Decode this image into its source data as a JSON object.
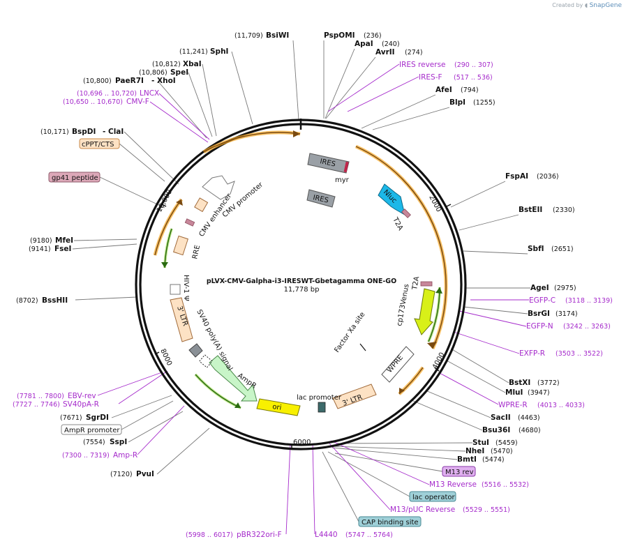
{
  "header": {
    "created_by": "Created by",
    "brand": "SnapGene"
  },
  "plasmid": {
    "name": "pLVX-CMV-Galpha-i3-IRESWT-Gbetagamma ONE-GO",
    "size_label": "11,778 bp"
  },
  "ticks": [
    "2000",
    "4000",
    "6000",
    "8000",
    "10,000"
  ],
  "enzymes": [
    {
      "name": "BsiWI",
      "pos": "(11,709)"
    },
    {
      "name": "PspOMI",
      "pos": "(236)"
    },
    {
      "name": "ApaI",
      "pos": "(240)"
    },
    {
      "name": "AvrII",
      "pos": "(274)"
    },
    {
      "name": "AfeI",
      "pos": "(794)"
    },
    {
      "name": "BlpI",
      "pos": "(1255)"
    },
    {
      "name": "FspAI",
      "pos": "(2036)"
    },
    {
      "name": "BstEII",
      "pos": "(2330)"
    },
    {
      "name": "SbfI",
      "pos": "(2651)"
    },
    {
      "name": "AgeI",
      "pos": "(2975)"
    },
    {
      "name": "BsrGI",
      "pos": "(3174)"
    },
    {
      "name": "BstXI",
      "pos": "(3772)"
    },
    {
      "name": "MluI",
      "pos": "(3947)"
    },
    {
      "name": "SacII",
      "pos": "(4463)"
    },
    {
      "name": "Bsu36I",
      "pos": "(4680)"
    },
    {
      "name": "StuI",
      "pos": "(5459)"
    },
    {
      "name": "NheI",
      "pos": "(5470)"
    },
    {
      "name": "BmtI",
      "pos": "(5474)"
    },
    {
      "name": "PvuI",
      "pos": "(7120)"
    },
    {
      "name": "SspI",
      "pos": "(7554)"
    },
    {
      "name": "SgrDI",
      "pos": "(7671)"
    },
    {
      "name": "BssHII",
      "pos": "(8702)"
    },
    {
      "name": "FseI",
      "pos": "(9141)"
    },
    {
      "name": "MfeI",
      "pos": "(9180)"
    },
    {
      "name": "BspDI",
      "pos": "(10,171)"
    },
    {
      "name": "ClaI",
      "pos": ""
    },
    {
      "name": "PaeR7I",
      "pos": "(10,800)"
    },
    {
      "name": "XhoI",
      "pos": ""
    },
    {
      "name": "SpeI",
      "pos": "(10,806)"
    },
    {
      "name": "XbaI",
      "pos": "(10,812)"
    },
    {
      "name": "SphI",
      "pos": "(11,241)"
    }
  ],
  "primers": [
    {
      "name": "IRES reverse",
      "pos": "(290 .. 307)"
    },
    {
      "name": "IRES-F",
      "pos": "(517 .. 536)"
    },
    {
      "name": "EGFP-C",
      "pos": "(3118 .. 3139)"
    },
    {
      "name": "EGFP-N",
      "pos": "(3242 .. 3263)"
    },
    {
      "name": "EXFP-R",
      "pos": "(3503 .. 3522)"
    },
    {
      "name": "WPRE-R",
      "pos": "(4013 .. 4033)"
    },
    {
      "name": "M13 Reverse",
      "pos": "(5516 .. 5532)"
    },
    {
      "name": "M13/pUC Reverse",
      "pos": "(5529 .. 5551)"
    },
    {
      "name": "L4440",
      "pos": "(5747 .. 5764)"
    },
    {
      "name": "pBR322ori-F",
      "pos": "(5998 .. 6017)"
    },
    {
      "name": "Amp-R",
      "pos": "(7300 .. 7319)"
    },
    {
      "name": "SV40pA-R",
      "pos": "(7727 .. 7746)"
    },
    {
      "name": "EBV-rev",
      "pos": "(7781 .. 7800)"
    },
    {
      "name": "CMV-F",
      "pos": "(10,650 .. 10,670)"
    },
    {
      "name": "LNCX",
      "pos": "(10,696 .. 10,720)"
    }
  ],
  "boxed_features": [
    {
      "label": "cPPT/CTS",
      "fill": "#fde2c4",
      "stroke": "#c98a4a"
    },
    {
      "label": "gp41 peptide",
      "fill": "#dca8b8",
      "stroke": "#8e5a6a"
    },
    {
      "label": "AmpR promoter",
      "fill": "#ffffff",
      "stroke": "#888888"
    },
    {
      "label": "M13 rev",
      "fill": "#e0b0f0",
      "stroke": "#8a3aa8"
    },
    {
      "label": "lac operator",
      "fill": "#9fd0d8",
      "stroke": "#4a8a94"
    },
    {
      "label": "CAP binding site",
      "fill": "#9fd0d8",
      "stroke": "#4a8a94"
    }
  ],
  "feature_labels": [
    "IRES",
    "myr",
    "IRES",
    "Nluc",
    "T2A",
    "T2A",
    "cp173Venus",
    "Factor Xa site",
    "WPRE",
    "3' LTR",
    "lac promoter",
    "ori",
    "AmpR",
    "SV40 poly(A) signal",
    "3' LTR",
    "HIV-1 Ψ",
    "RRE",
    "CMV enhancer",
    "CMV promoter"
  ],
  "colors": {
    "backbone": "#111111",
    "orf_orange": "#f5a623",
    "primer_purple": "#a52acb",
    "green_arrow": "#3a8a1a",
    "grey_feature": "#9aa0a6",
    "nluc_cyan": "#1cb8e8",
    "venus_yellow": "#d8f018",
    "ori_yellow": "#f8f000",
    "ampr_green": "#c8f5c8",
    "ltr_peach": "#fde2c4"
  }
}
